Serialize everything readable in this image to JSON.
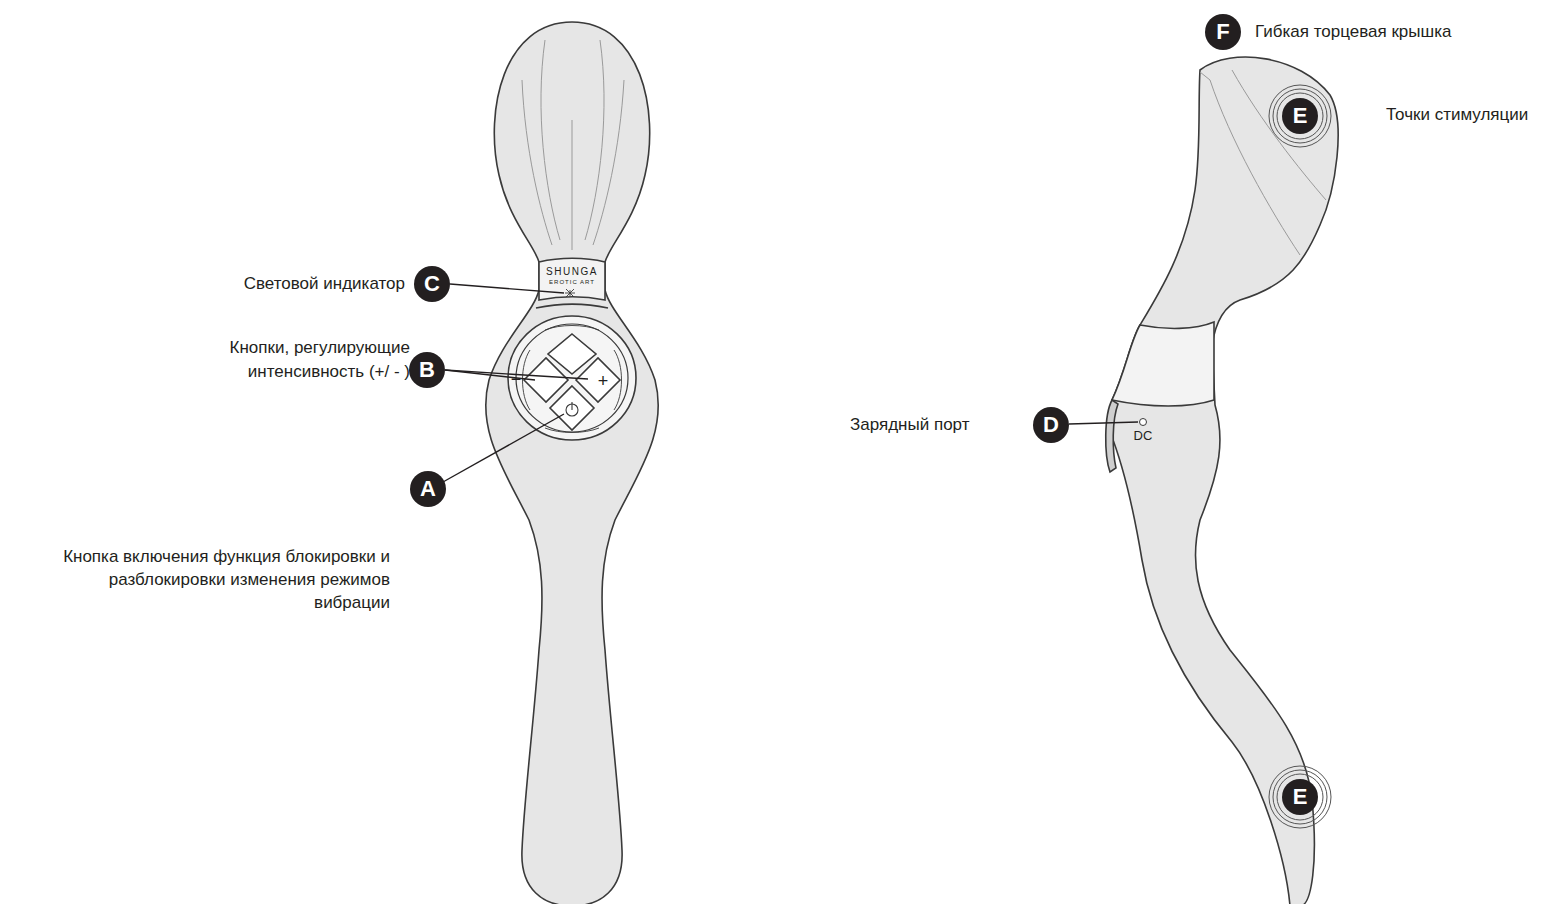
{
  "diagram": {
    "nodes": [
      {
        "text": [
          "C"
        ]
      },
      {
        "text": [
          "B"
        ]
      },
      {
        "text": [
          "A"
        ]
      },
      {
        "text": [
          "F"
        ]
      },
      {
        "text": [
          "E"
        ]
      },
      {
        "text": [
          "D"
        ]
      },
      {
        "text": [
          "E"
        ]
      }
    ],
    "labels": [
      "Световой индикатор",
      "Кнопки, регулирующие интенсивность (+/ - )",
      "Кнопка включения функция блокировки и разблокировки изменения режимов вибрации",
      "Зарядный порт",
      "Гибкая торцевая крышка",
      "Точки стимуляции",
      "SHUNGA",
      "EROTIC ART",
      "DC",
      "−",
      "+"
    ]
  }
}
